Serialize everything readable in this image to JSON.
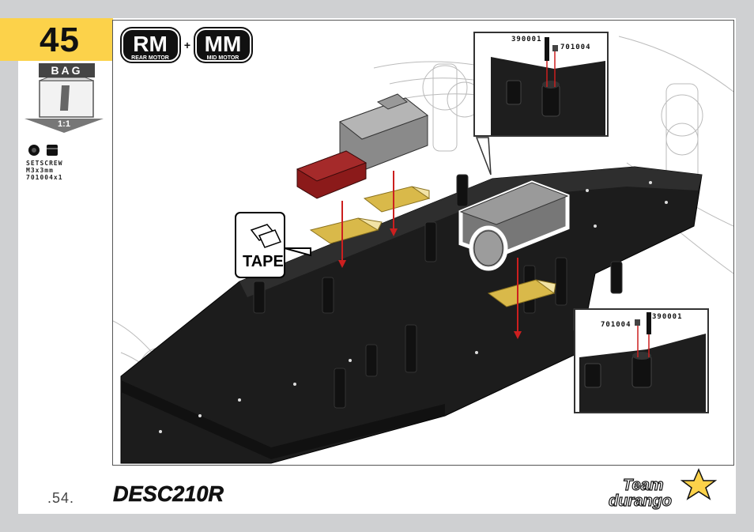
{
  "step": {
    "number": "45"
  },
  "bag": {
    "label": "BAG",
    "scale": "1:1"
  },
  "parts": [
    {
      "name": "SETSCREW",
      "size": "M3x3mm",
      "code": "701004x1"
    }
  ],
  "motor_badges": [
    {
      "code": "RM",
      "caption": "REAR MOTOR"
    },
    {
      "code": "MM",
      "caption": "MID MOTOR"
    }
  ],
  "plus_sign": "+",
  "tape": {
    "label": "TAPE"
  },
  "inset_top": {
    "label_left": "390001",
    "label_right": "701004"
  },
  "inset_bottom": {
    "label_left": "701004",
    "label_right": "390001"
  },
  "footer": {
    "page_number": ".54.",
    "product_name": "DESC210R",
    "brand_line1": "Team",
    "brand_line2": "durango"
  },
  "colors": {
    "badge_yellow": "#fcd24a",
    "tape_gold": "#d9b94a",
    "receiver_red": "#8b1a1a",
    "arrow_red": "#cc1f1f",
    "chassis": "#1c1c1c"
  }
}
